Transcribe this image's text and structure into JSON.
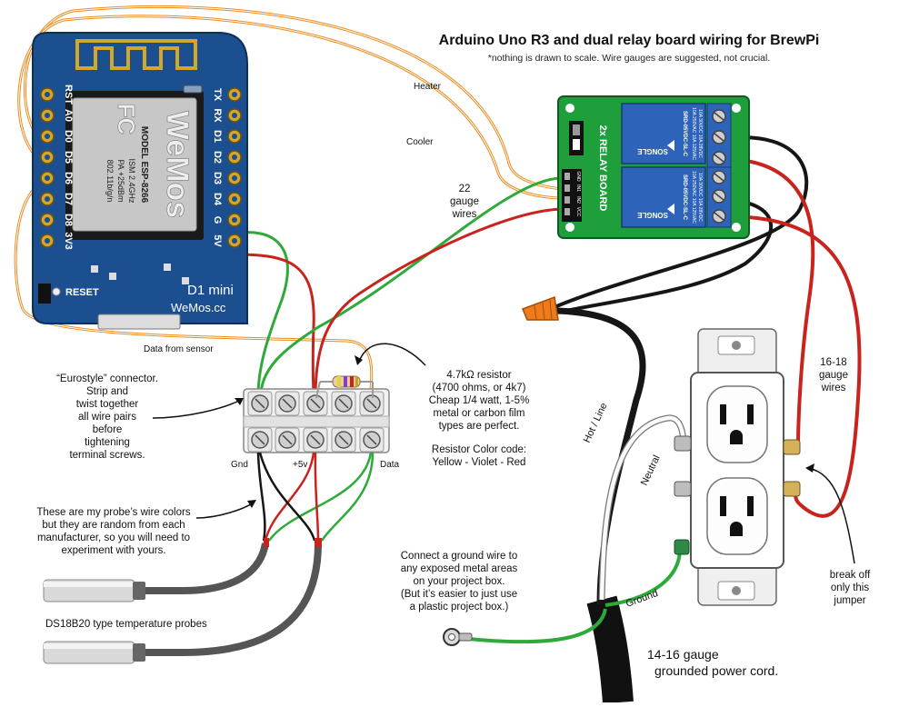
{
  "title": "Arduino Uno R3 and dual relay board wiring for BrewPi",
  "subtitle": "*nothing is drawn to scale.  Wire gauges are suggested, not crucial.",
  "colors": {
    "board": "#1b4f8f",
    "relay_board": "#1f9e3c",
    "relay": "#2d63b8",
    "orange": "#ee8a1d",
    "green": "#2eaa3a",
    "red": "#c8231d",
    "black": "#161616"
  },
  "wemos": {
    "left_pins": [
      "RST",
      "A0",
      "D0",
      "D5",
      "D6",
      "D7",
      "D8",
      "3V3"
    ],
    "right_pins": [
      "TX",
      "RX",
      "D1",
      "D2",
      "D3",
      "D4",
      "G",
      "5V"
    ],
    "chip_brand": "WeMos",
    "chip_model": "MODEL  ESP-8266",
    "chip_line1": "ISM 2.4GHz",
    "chip_line2": "PA +25dBm",
    "chip_line3": "802.11b/g/n",
    "fcc": "FC",
    "reset_label": "RESET",
    "model_name": "D1 mini",
    "site": "WeMos.cc"
  },
  "relay_board": {
    "label": "2x RELAY BOARD",
    "relay_brand": "SONGLE",
    "relay_model": "SRD-05VDC-SL-C",
    "rating_1": "10A 250VAC  10A 125VAC",
    "rating_2": "10A 30VDC   10A 28VDC",
    "pin_labels": [
      "GND",
      "IN1",
      "IN2",
      "VCC"
    ]
  },
  "labels": {
    "heater": "Heater",
    "cooler": "Cooler",
    "wires22": [
      "22",
      "gauge",
      "wires"
    ],
    "data_from_sensor": "Data from sensor",
    "eurostyle": [
      "“Eurostyle” connector.",
      "Strip and",
      "twist together",
      "all wire pairs",
      "before",
      "tightening",
      "terminal screws."
    ],
    "gnd": "Gnd",
    "plus5v": "+5v",
    "data": "Data",
    "resistor": [
      "4.7kΩ resistor",
      "(4700 ohms, or 4k7)",
      "Cheap 1/4 watt, 1-5%",
      "metal or carbon film",
      "types are perfect."
    ],
    "color_code": [
      "Resistor Color code:",
      "Yellow - Violet - Red"
    ],
    "probe_colors": [
      "These are my probe’s wire colors",
      "but they are random from each",
      "manufacturer, so you will need to",
      "experiment with yours."
    ],
    "probes": "DS18B20  type temperature probes",
    "ground_note": [
      "Connect a ground wire to",
      "any exposed metal areas",
      "on your project box.",
      "(But it’s easier to just use",
      "a plastic project box.)"
    ],
    "hot_line": "Hot / Line",
    "neutral": "Neutral",
    "ground": "Ground",
    "wires1618": [
      "16-18",
      "gauge",
      "wires"
    ],
    "break_off": [
      "break off",
      "only this",
      "jumper"
    ],
    "power_cord": [
      "14-16 gauge",
      "grounded power cord."
    ]
  }
}
